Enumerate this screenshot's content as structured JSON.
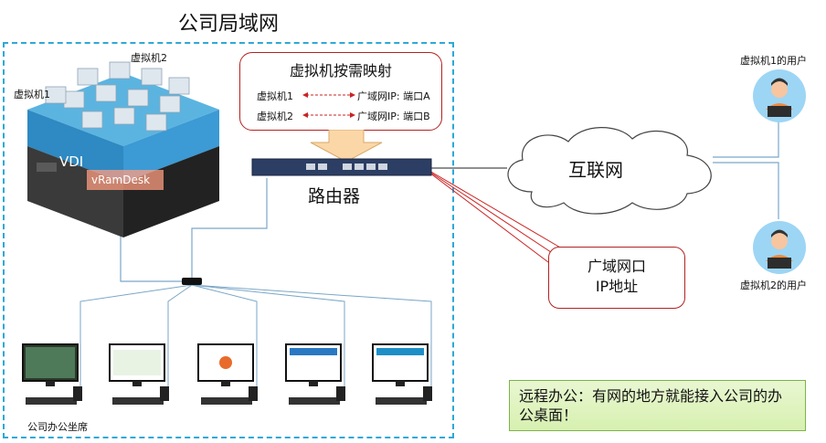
{
  "lan": {
    "title": "公司局域网"
  },
  "server": {
    "vm1_label": "虚拟机1",
    "vm2_label": "虚拟机2",
    "vdi_label": "VDI",
    "product_label": "vRamDesk"
  },
  "mapping": {
    "title": "虚拟机按需映射",
    "rows": [
      {
        "vm": "虚拟机1",
        "target": "广域网IP: 端口A"
      },
      {
        "vm": "虚拟机2",
        "target": "广域网IP: 端口B"
      }
    ]
  },
  "router": {
    "label": "路由器"
  },
  "internet": {
    "label": "互联网"
  },
  "wan": {
    "line1": "广域网口",
    "line2": "IP地址"
  },
  "users": [
    {
      "label": "虚拟机1的用户"
    },
    {
      "label": "虚拟机2的用户"
    }
  ],
  "office": {
    "label": "公司办公坐席"
  },
  "note": {
    "text": "远程办公：有网的地方就能接入公司的办公桌面！"
  },
  "colors": {
    "lan_border": "#2ea8d8",
    "red_border": "#b22222",
    "note_bg": "#d7f0b0"
  }
}
